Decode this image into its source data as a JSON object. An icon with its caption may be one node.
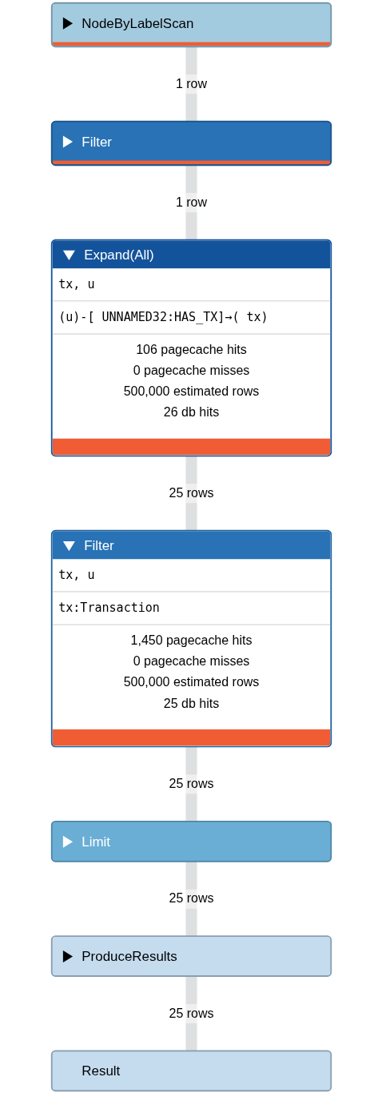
{
  "diagram": {
    "nodes": [
      {
        "text": [
          "NodeByLabelScan"
        ]
      },
      {
        "text": [
          "Filter"
        ]
      },
      {
        "text": [
          "Expand(All)",
          "tx, u",
          "(u)-[ UNNAMED32:HAS_TX]→( tx)",
          "106 pagecache hits",
          "0 pagecache misses",
          "500,000 estimated rows",
          "26 db hits"
        ]
      },
      {
        "text": [
          "Filter",
          "tx, u",
          "tx:Transaction",
          "1,450 pagecache hits",
          "0 pagecache misses",
          "500,000 estimated rows",
          "25 db hits"
        ]
      },
      {
        "text": [
          "Limit"
        ]
      },
      {
        "text": [
          "ProduceResults"
        ]
      },
      {
        "text": [
          "Result"
        ]
      }
    ],
    "edges": [
      {
        "from": 0,
        "to": 1,
        "arrow": "none",
        "label": "1 row"
      },
      {
        "from": 1,
        "to": 2,
        "arrow": "none",
        "label": "1 row"
      },
      {
        "from": 2,
        "to": 3,
        "arrow": "none",
        "label": "25 rows"
      },
      {
        "from": 3,
        "to": 4,
        "arrow": "none",
        "label": "25 rows"
      },
      {
        "from": 4,
        "to": 5,
        "arrow": "none",
        "label": "25 rows"
      },
      {
        "from": 5,
        "to": 6,
        "arrow": "none",
        "label": "25 rows"
      }
    ]
  }
}
